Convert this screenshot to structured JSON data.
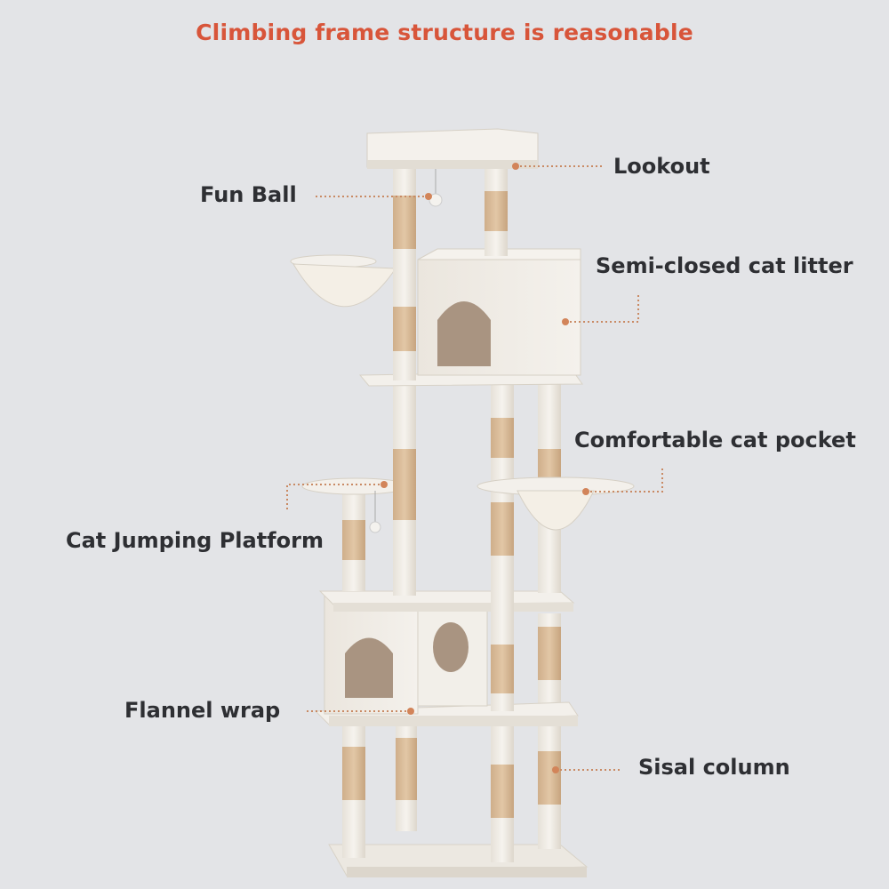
{
  "header": {
    "title": "Climbing frame structure is reasonable"
  },
  "labels": {
    "lookout": "Lookout",
    "fun_ball": "Fun Ball",
    "semi_closed_litter": "Semi-closed cat litter",
    "cat_pocket": "Comfortable cat pocket",
    "jumping_platform": "Cat Jumping Platform",
    "flannel_wrap": "Flannel wrap",
    "sisal_column": "Sisal column"
  },
  "colors": {
    "title": "#d8553a",
    "label": "#2e2f33",
    "leader": "#c98a64",
    "plush": "#f1ede6",
    "sisal": "#d9bb9a",
    "background": "#e3e4e7"
  }
}
